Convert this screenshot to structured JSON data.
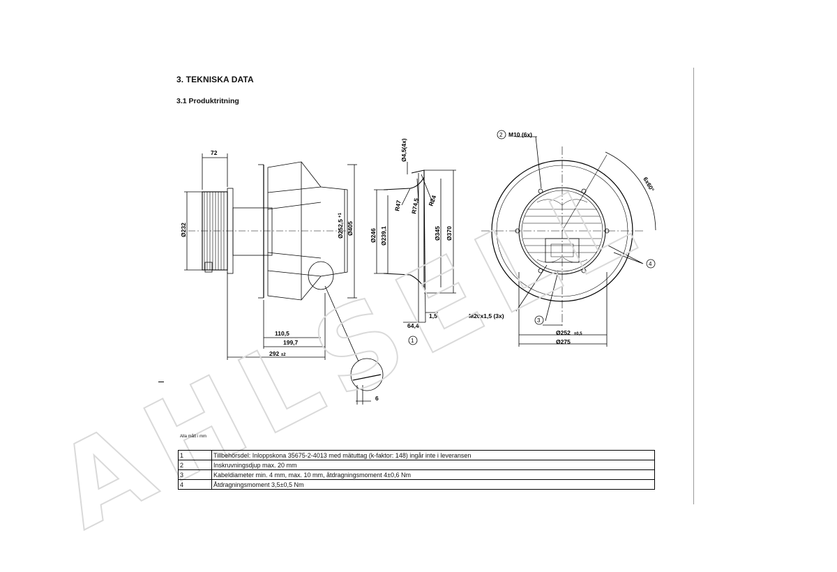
{
  "heading": "3. TEKNISKA DATA",
  "subheading": "3.1 Produktritning",
  "note": "Alla mått i mm",
  "dims": {
    "d72": "72",
    "d232": "Ø232",
    "d2525": "Ø252,5",
    "d2525_tol": "+1",
    "d405": "Ø405",
    "d1105": "110,5",
    "d1997": "199,7",
    "d292": "292",
    "d292_tol": "±2",
    "d45": "Ø4,5(4x)",
    "r47": "R47",
    "r745": "R74,5",
    "r24": "R24",
    "d246": "Ø246",
    "d2391": "Ø239,1",
    "d345": "Ø345",
    "d370": "Ø370",
    "d644": "64,4",
    "d15": "1,5",
    "d6": "6",
    "m10": "M10 (6x)",
    "ang": "6x60°",
    "m20": "M20x1,5 (3x)",
    "d252": "Ø252",
    "d252_tol": "±0,5",
    "d275": "Ø275",
    "c1": "1",
    "c2": "2",
    "c3": "3",
    "c4": "4"
  },
  "legend": [
    {
      "num": "1",
      "text": "Tillbehörsdel: Inloppskona 35675-2-4013 med mätuttag (k-faktor: 148) ingår inte i leveransen"
    },
    {
      "num": "2",
      "text": "Inskruvningsdjup max. 20 mm"
    },
    {
      "num": "3",
      "text": "Kabeldiameter min. 4 mm, max. 10 mm, åtdragningsmoment 4±0,6 Nm"
    },
    {
      "num": "4",
      "text": "Åtdragningsmoment 3,5±0,5 Nm"
    }
  ],
  "watermark": "AHLSELL"
}
